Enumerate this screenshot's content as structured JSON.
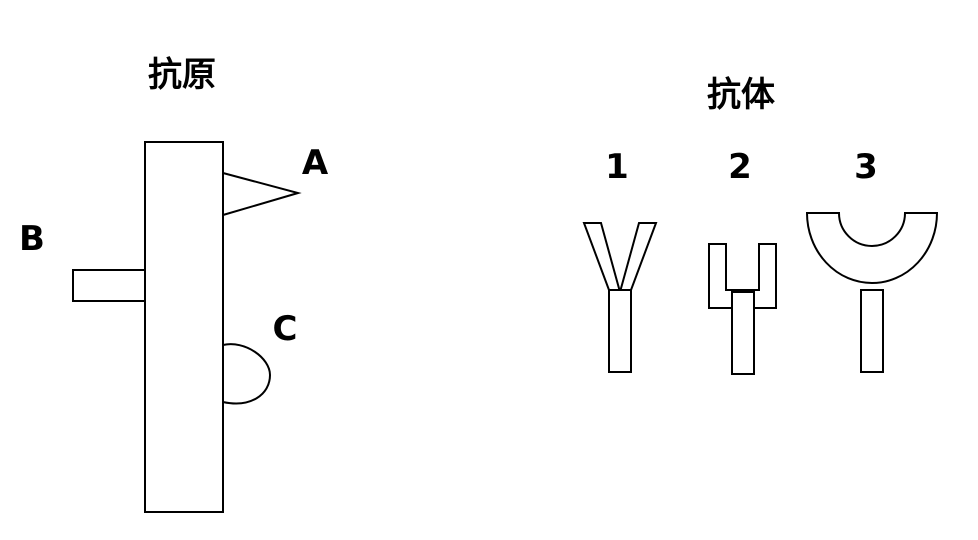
{
  "antigen": {
    "title": "抗原",
    "labels": {
      "a": "A",
      "b": "B",
      "c": "C"
    }
  },
  "antibody": {
    "title": "抗体",
    "labels": {
      "one": "1",
      "two": "2",
      "three": "3"
    }
  },
  "colors": {
    "stroke": "#000000",
    "fill": "#ffffff",
    "background": "#ffffff"
  }
}
